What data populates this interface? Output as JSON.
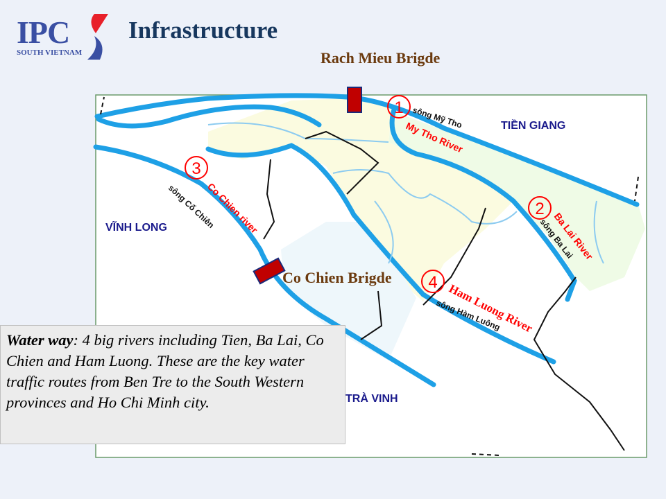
{
  "header": {
    "logo_text": "IPC",
    "logo_subtext": "SOUTH VIETNAM",
    "title": "Infrastructure"
  },
  "bridges": {
    "rach_mieu": "Rach Mieu Brigde",
    "co_chien": "Co Chien Brigde"
  },
  "map": {
    "provinces": [
      "TIỀN GIANG",
      "VĨNH LONG",
      "TRÀ VINH"
    ],
    "markers": [
      "1",
      "2",
      "3",
      "4"
    ],
    "rivers_en": [
      "My Tho River",
      "Ba Lai River",
      "Co Chien river",
      "Ham Luong River"
    ],
    "rivers_vi": [
      "sông Mỹ Tho",
      "sông Ba Lai",
      "sông Cổ Chiên",
      "sông Hàm Luông"
    ],
    "colors": {
      "river": "#1ea0e6",
      "label_red": "#ff0000",
      "province": "#1a1a8c",
      "bridge": "#c00000"
    }
  },
  "textbox": {
    "lead": "Water way",
    "body": ": 4 big rivers including Tien, Ba Lai, Co Chien and Ham Luong. These are the key water traffic routes from Ben Tre to the South Western provinces and Ho Chi Minh city."
  }
}
